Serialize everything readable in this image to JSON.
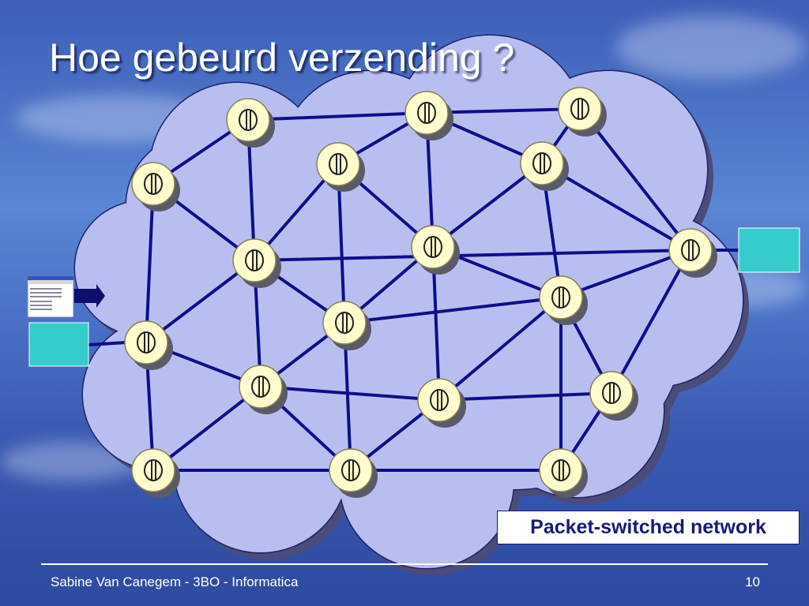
{
  "slide": {
    "title": "Hoe gebeurd verzending ?",
    "network_label": "Packet-switched network",
    "footer_text": "Sabine Van Canegem - 3BO - Informatica",
    "page_number": "10"
  },
  "colors": {
    "cloud_fill": "#b8bff0",
    "cloud_shadow": "#4c4c7a",
    "link_color": "#0e0e8c",
    "router_fill": "#fffccd",
    "endpoint_fill": "#36cccc",
    "arrow_color": "#0e0e6e"
  },
  "diagram": {
    "node_icon": "router-icon",
    "router_count": 18,
    "endpoint_icons": [
      "email-document-icon",
      "computer-terminal-icon",
      "computer-terminal-icon"
    ]
  }
}
